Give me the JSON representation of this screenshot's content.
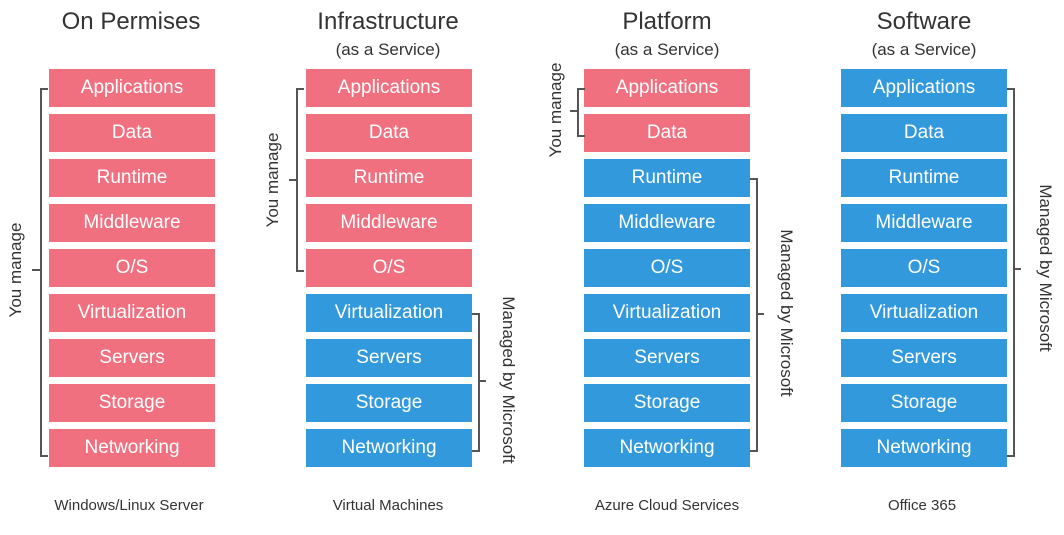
{
  "colors": {
    "you_manage": "#f07080",
    "managed": "#3399dd"
  },
  "layer_labels": [
    "Applications",
    "Data",
    "Runtime",
    "Middleware",
    "O/S",
    "Virtualization",
    "Servers",
    "Storage",
    "Networking"
  ],
  "columns": [
    {
      "title": "On Permises",
      "subtitle": "",
      "caption": "Windows/Linux Server",
      "user_layers": 9,
      "user_label": "You manage",
      "ms_label": ""
    },
    {
      "title": "Infrastructure",
      "subtitle": "(as a Service)",
      "caption": "Virtual Machines",
      "user_layers": 5,
      "user_label": "You manage",
      "ms_label": "Managed by Microsoft"
    },
    {
      "title": "Platform",
      "subtitle": "(as a Service)",
      "caption": "Azure Cloud Services",
      "user_layers": 2,
      "user_label": "You manage",
      "ms_label": "Managed by Microsoft"
    },
    {
      "title": "Software",
      "subtitle": "(as a Service)",
      "caption": "Office 365",
      "user_layers": 0,
      "user_label": "",
      "ms_label": "Managed by Microsoft"
    }
  ]
}
